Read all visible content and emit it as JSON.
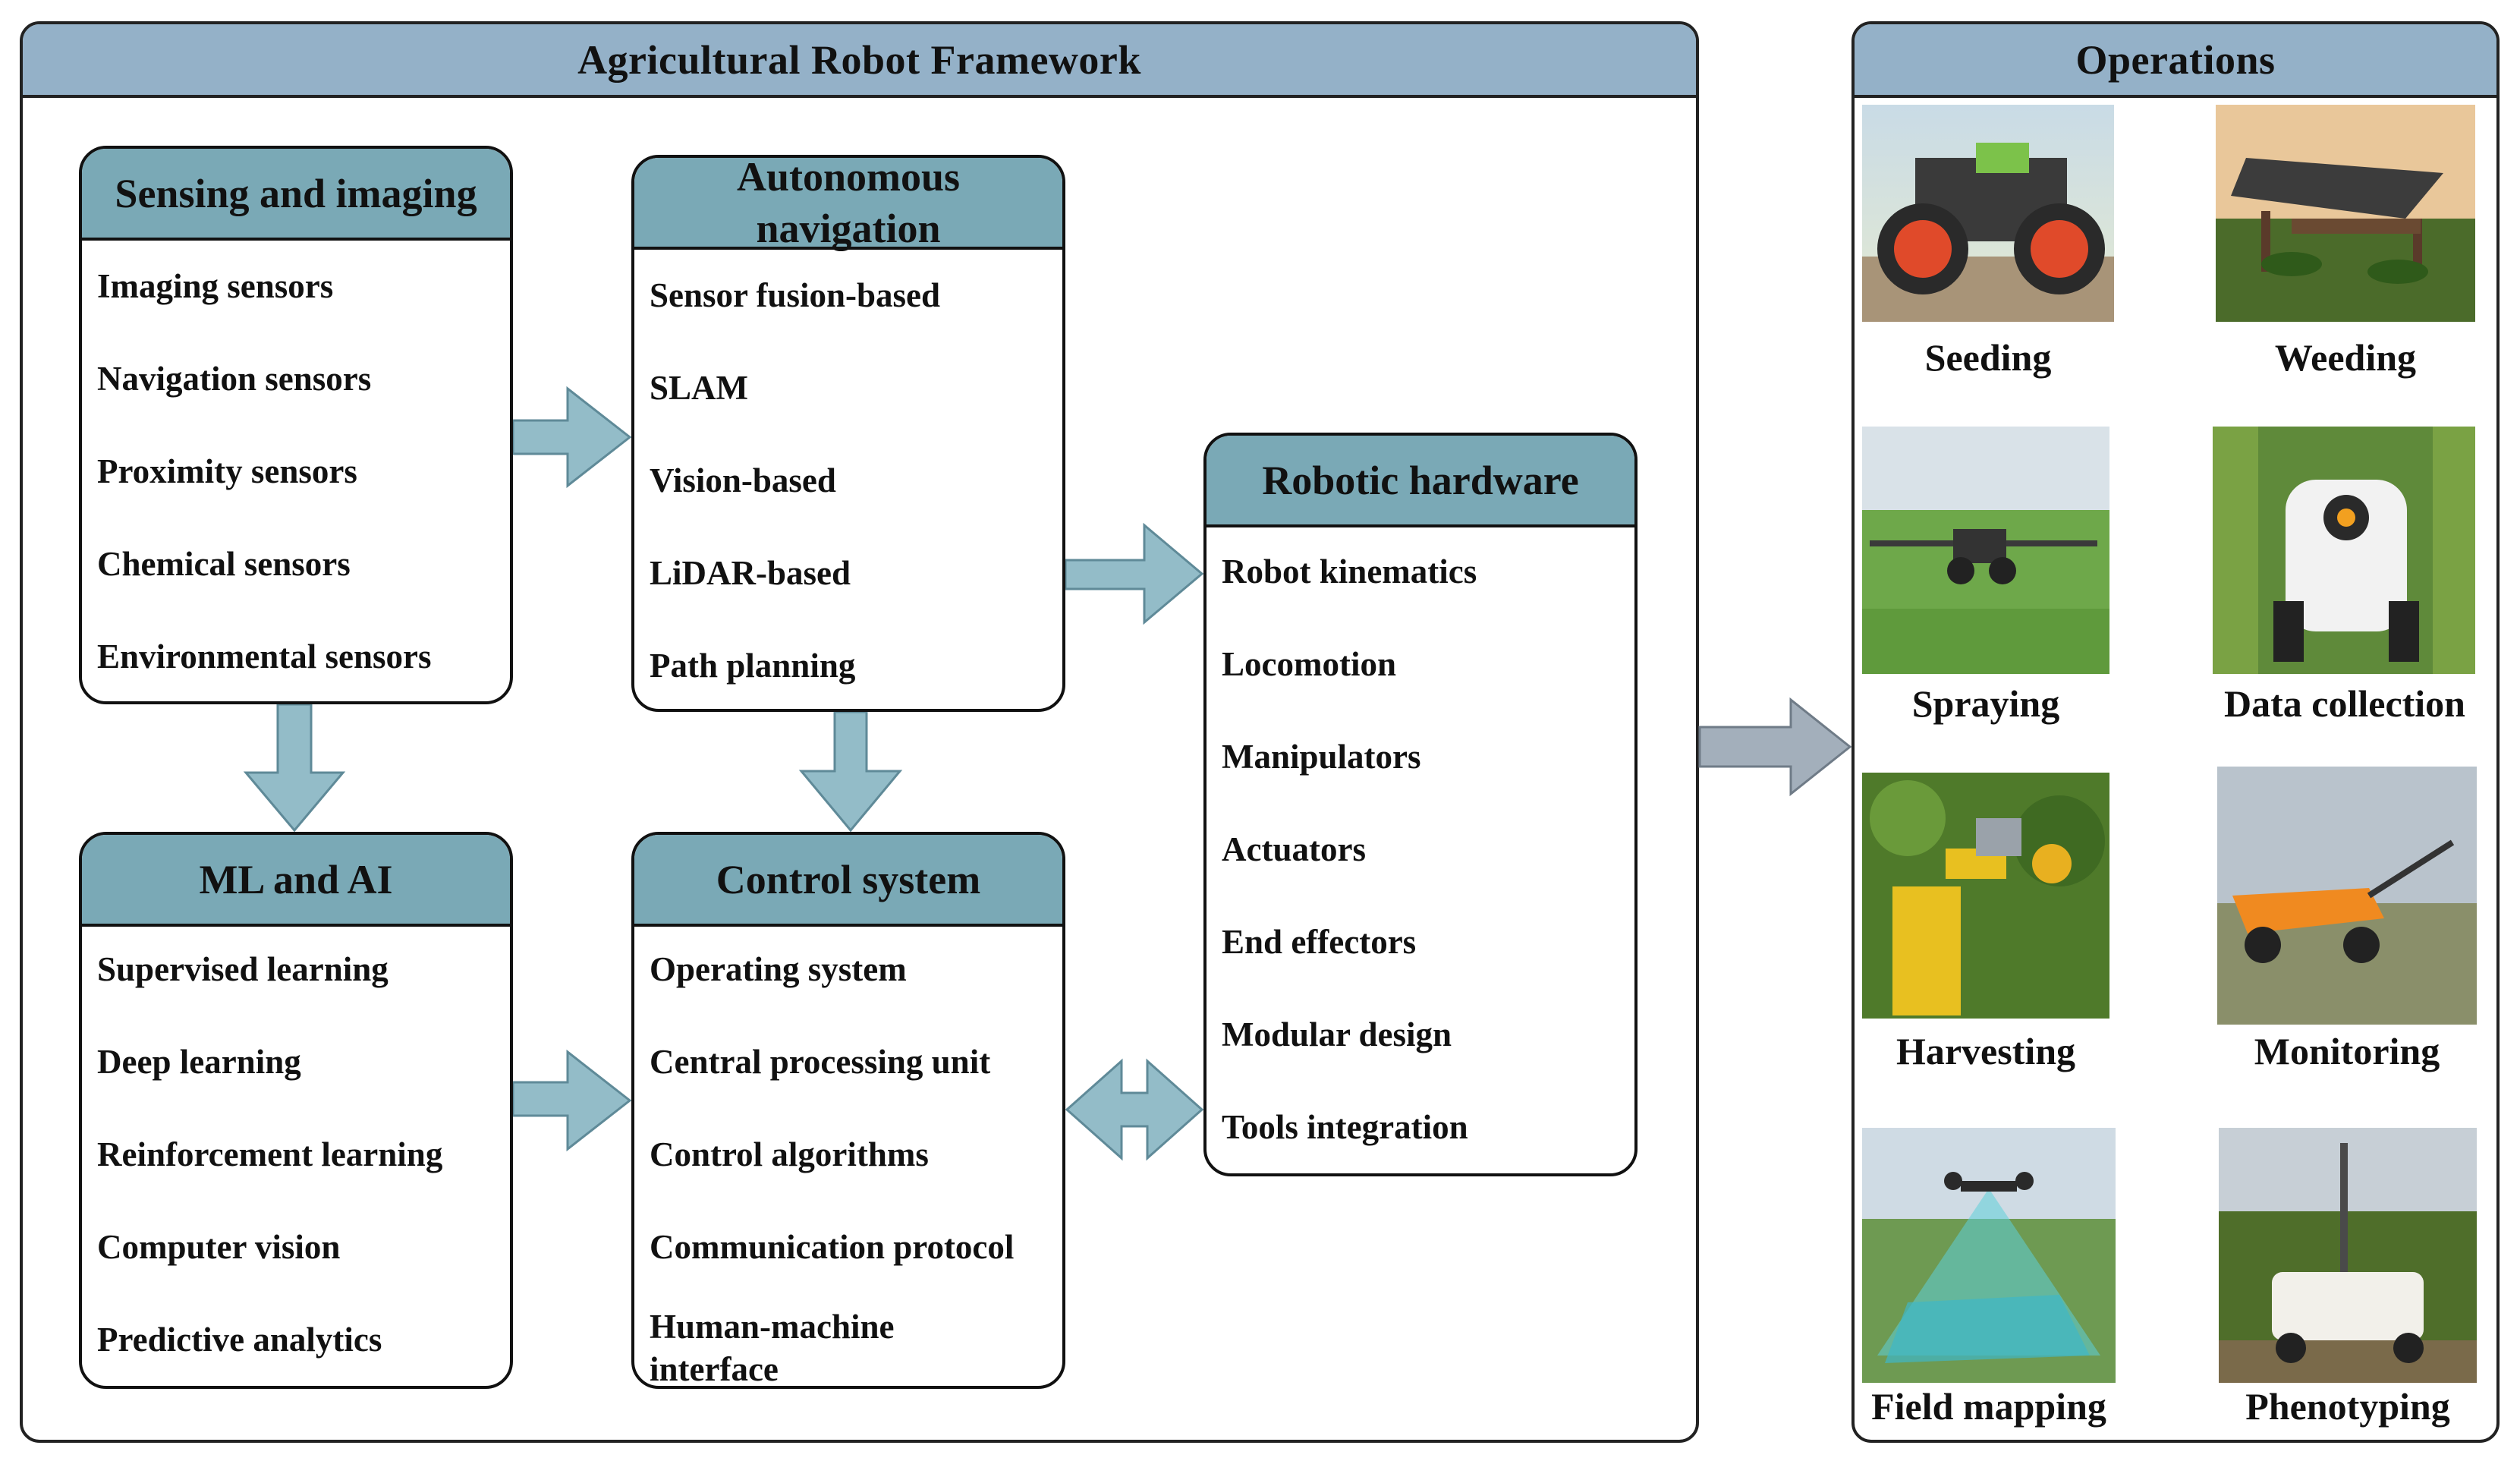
{
  "framework": {
    "title": "Agricultural Robot Framework"
  },
  "sensing": {
    "title": "Sensing and imaging",
    "items": [
      "Imaging sensors",
      "Navigation sensors",
      "Proximity sensors",
      "Chemical sensors",
      "Environmental sensors"
    ]
  },
  "navigation": {
    "title": "Autonomous navigation",
    "items": [
      "Sensor fusion-based",
      "SLAM",
      "Vision-based",
      "LiDAR-based",
      "Path planning"
    ]
  },
  "hardware": {
    "title": "Robotic hardware",
    "items": [
      "Robot kinematics",
      "Locomotion",
      "Manipulators",
      "Actuators",
      "End effectors",
      "Modular design",
      "Tools integration"
    ]
  },
  "ml": {
    "title": "ML and AI",
    "items": [
      "Supervised learning",
      "Deep learning",
      "Reinforcement learning",
      "Computer vision",
      "Predictive analytics"
    ]
  },
  "control": {
    "title": "Control system",
    "items": [
      "Operating system",
      "Central processing unit",
      "Control algorithms",
      "Communication protocol",
      "Human-machine interface"
    ]
  },
  "operations": {
    "title": "Operations",
    "items": [
      "Seeding",
      "Weeding",
      "Spraying",
      "Data collection",
      "Harvesting",
      "Monitoring",
      "Field mapping",
      "Phenotyping"
    ]
  },
  "colors": {
    "panel_header": "#94b1c8",
    "box_header": "#7aa9b6",
    "arrow_fill": "#93bcc8",
    "arrow_stroke": "#5f8a98",
    "gray_arrow": "#a3afbb"
  }
}
